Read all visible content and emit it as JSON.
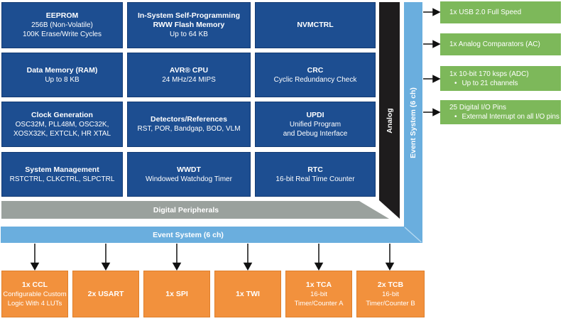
{
  "colors": {
    "core_block_blue": "#1d4e91",
    "event_system_blue": "#6aaede",
    "digital_peripherals_gray": "#9aa19d",
    "analog_bar_black": "#1e1c1d",
    "right_peripheral_green": "#7db85a",
    "bottom_peripheral_orange": "#f2913d",
    "arrow_black": "#111111",
    "text_white": "#ffffff"
  },
  "grid": {
    "boxes": [
      {
        "title_lines": [
          "EEPROM"
        ],
        "body_lines": [
          "256B (Non-Volatile)",
          "100K Erase/Write Cycles"
        ]
      },
      {
        "title_lines": [
          "In-System Self-Programming",
          "RWW Flash Memory"
        ],
        "body_lines": [
          "Up to 64 KB"
        ]
      },
      {
        "title_lines": [
          "NVMCTRL"
        ],
        "body_lines": []
      },
      {
        "title_lines": [
          "Data Memory (RAM)"
        ],
        "body_lines": [
          "Up to 8 KB"
        ]
      },
      {
        "title_lines": [
          "AVR® CPU"
        ],
        "body_lines": [
          "24 MHz/24 MIPS"
        ]
      },
      {
        "title_lines": [
          "CRC"
        ],
        "body_lines": [
          "Cyclic Redundancy Check"
        ]
      },
      {
        "title_lines": [
          "Clock Generation"
        ],
        "body_lines": [
          "OSC32M, PLL48M, OSC32K,",
          "XOSX32K, EXTCLK, HR XTAL"
        ]
      },
      {
        "title_lines": [
          "Detectors/References"
        ],
        "body_lines": [
          "RST, POR, Bandgap, BOD, VLM"
        ]
      },
      {
        "title_lines": [
          "UPDI"
        ],
        "body_lines": [
          "Unified Program",
          "and Debug Interface"
        ]
      },
      {
        "title_lines": [
          "System Management"
        ],
        "body_lines": [
          "RSTCTRL, CLKCTRL, SLPCTRL"
        ]
      },
      {
        "title_lines": [
          "WWDT"
        ],
        "body_lines": [
          "Windowed Watchdog Timer"
        ]
      },
      {
        "title_lines": [
          "RTC"
        ],
        "body_lines": [
          "16-bit Real Time Counter"
        ]
      }
    ]
  },
  "bars": {
    "analog": {
      "label": "Analog"
    },
    "event_vertical": {
      "label": "Event System (6 ch)"
    },
    "digital_peripherals": {
      "label": "Digital Peripherals"
    },
    "event_horizontal": {
      "label": "Event System (6 ch)"
    }
  },
  "right_peripherals": [
    {
      "line1": "1x USB 2.0 Full Speed"
    },
    {
      "line1": "1x Analog Comparators (AC)"
    },
    {
      "line1": "1x 10-bit 170 ksps (ADC)",
      "bullet": "•",
      "bullet_text": "Up to 21 channels"
    },
    {
      "line1": "25 Digital I/O Pins",
      "bullet": "•",
      "bullet_text": "External Interrupt on all I/O pins"
    }
  ],
  "bottom_peripherals": [
    {
      "title": "1x CCL",
      "line2": "Configurable Custom",
      "line3": "Logic With 4 LUTs"
    },
    {
      "title": "2x USART"
    },
    {
      "title": "1x SPI"
    },
    {
      "title": "1x TWI"
    },
    {
      "title": "1x TCA",
      "line2": "16-bit",
      "line3": "Timer/Counter A"
    },
    {
      "title": "2x TCB",
      "line2": "16-bit",
      "line3": "Timer/Counter B"
    }
  ]
}
